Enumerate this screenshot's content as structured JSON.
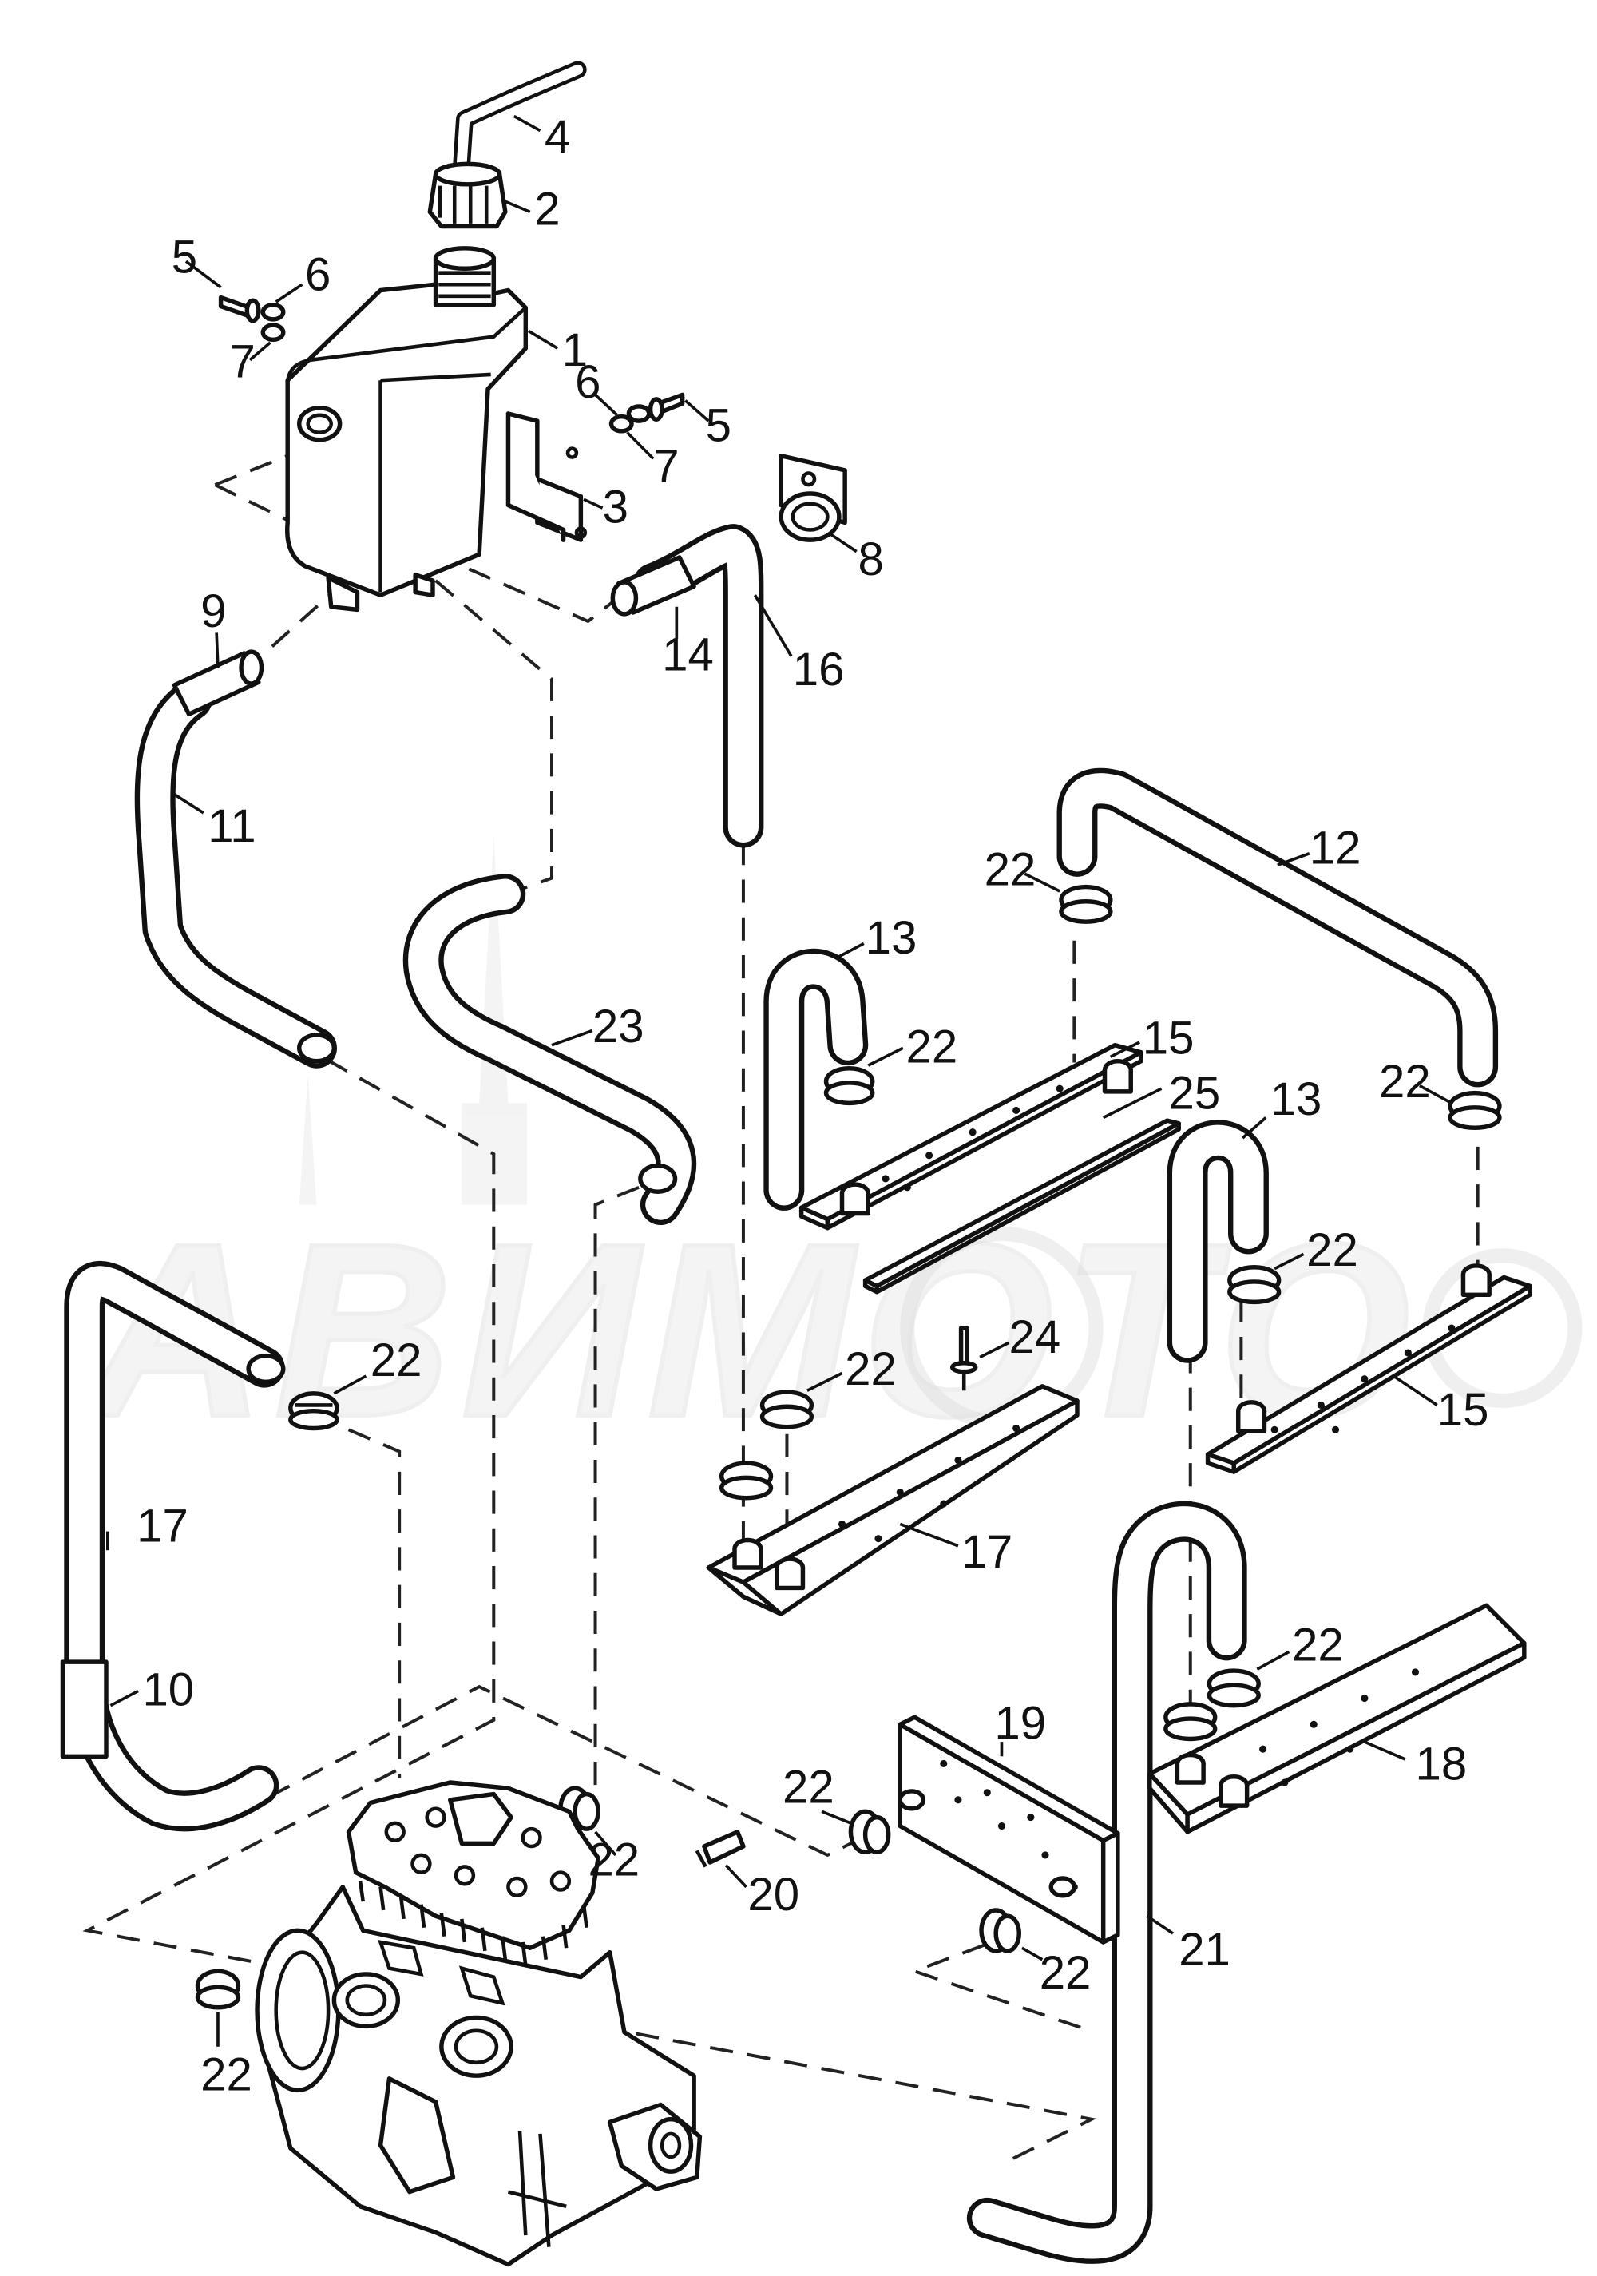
{
  "diagram": {
    "watermark": "АВИМОТО",
    "callouts": [
      {
        "id": "c1",
        "label": "1"
      },
      {
        "id": "c2",
        "label": "2"
      },
      {
        "id": "c3",
        "label": "3"
      },
      {
        "id": "c4",
        "label": "4"
      },
      {
        "id": "c5a",
        "label": "5"
      },
      {
        "id": "c5b",
        "label": "5"
      },
      {
        "id": "c6a",
        "label": "6"
      },
      {
        "id": "c6b",
        "label": "6"
      },
      {
        "id": "c7a",
        "label": "7"
      },
      {
        "id": "c7b",
        "label": "7"
      },
      {
        "id": "c8",
        "label": "8"
      },
      {
        "id": "c9",
        "label": "9"
      },
      {
        "id": "c10",
        "label": "10"
      },
      {
        "id": "c11",
        "label": "11"
      },
      {
        "id": "c12",
        "label": "12"
      },
      {
        "id": "c13a",
        "label": "13"
      },
      {
        "id": "c13b",
        "label": "13"
      },
      {
        "id": "c14",
        "label": "14"
      },
      {
        "id": "c15a",
        "label": "15"
      },
      {
        "id": "c15b",
        "label": "15"
      },
      {
        "id": "c16",
        "label": "16"
      },
      {
        "id": "c17a",
        "label": "17"
      },
      {
        "id": "c17b",
        "label": "17"
      },
      {
        "id": "c18",
        "label": "18"
      },
      {
        "id": "c19",
        "label": "19"
      },
      {
        "id": "c20",
        "label": "20"
      },
      {
        "id": "c21",
        "label": "21"
      },
      {
        "id": "c22a",
        "label": "22"
      },
      {
        "id": "c22b",
        "label": "22"
      },
      {
        "id": "c22c",
        "label": "22"
      },
      {
        "id": "c22d",
        "label": "22"
      },
      {
        "id": "c22e",
        "label": "22"
      },
      {
        "id": "c22f",
        "label": "22"
      },
      {
        "id": "c22g",
        "label": "22"
      },
      {
        "id": "c22h",
        "label": "22"
      },
      {
        "id": "c22i",
        "label": "22"
      },
      {
        "id": "c22j",
        "label": "22"
      },
      {
        "id": "c22k",
        "label": "22"
      },
      {
        "id": "c23",
        "label": "23"
      },
      {
        "id": "c24",
        "label": "24"
      },
      {
        "id": "c25",
        "label": "25"
      }
    ]
  }
}
